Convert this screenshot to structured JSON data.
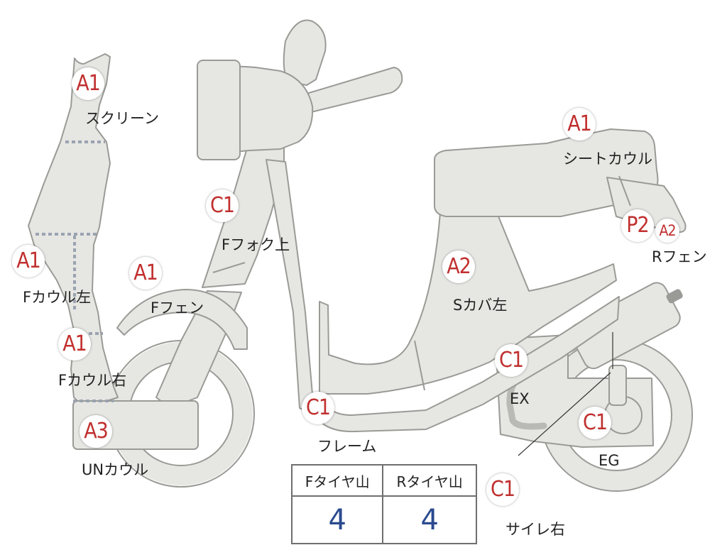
{
  "labels": {
    "screen": "スクリーン",
    "f_cowl_left": "Fカウル左",
    "f_cowl_right": "Fカウル右",
    "un_cowl": "UNカウル",
    "f_fender": "Fフェン",
    "f_fork_upper": "Fフォク上",
    "frame": "フレーム",
    "s_cover_left": "Sカバ左",
    "seat_cowl": "シートカウル",
    "r_fender": "Rフェン",
    "ex": "EX",
    "eg": "EG",
    "muffler_right": "サイレ右"
  },
  "grades": {
    "screen": "A1",
    "f_cowl_left": "A1",
    "f_cowl_right": "A1",
    "un_cowl": "A3",
    "f_fender": "A1",
    "f_fork_upper": "C1",
    "frame": "C1",
    "s_cover_left": "A2",
    "seat_cowl": "A1",
    "r_fender_main": "P2",
    "r_fender_sub": "A2",
    "ex": "C1",
    "eg": "C1",
    "muffler_right": "C1"
  },
  "tread": {
    "front_header": "Fタイヤ山",
    "rear_header": "Rタイヤ山",
    "front_value": "4",
    "rear_value": "4"
  },
  "colors": {
    "grade_text": "#c0302f",
    "tread_value": "#2a4a8f",
    "part_fill": "#e6e6e3",
    "part_outline": "#9a9a96"
  }
}
